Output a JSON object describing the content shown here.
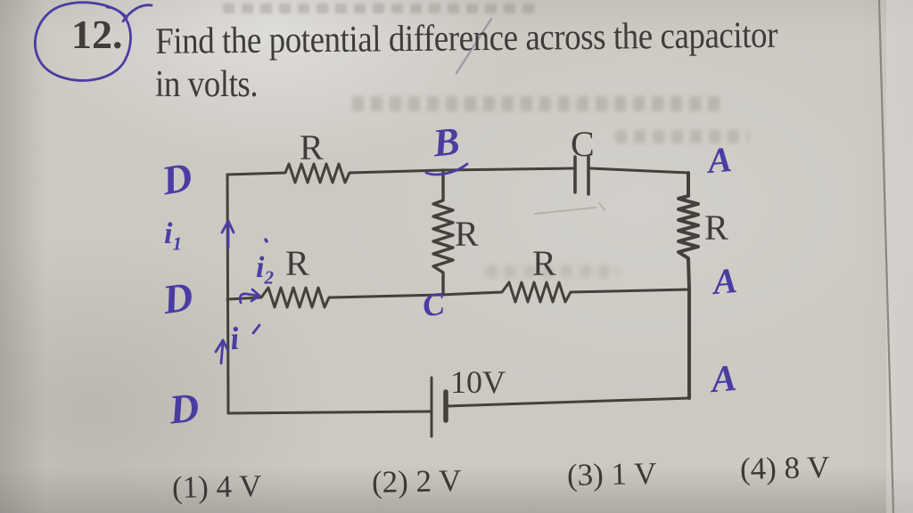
{
  "question": {
    "number": "12.",
    "line1": "Find the potential difference across the capacitor",
    "line2": "in volts."
  },
  "circuit": {
    "battery_label": "10V",
    "capacitor_label": "C",
    "resistor_top": "R",
    "resistor_middle_vertical": "R",
    "resistor_middle_left": "R",
    "resistor_middle_right": "R",
    "resistor_right": "R",
    "node_b": "B",
    "node_c": "C",
    "node_a_top": "A",
    "node_a_middle": "A",
    "node_a_bottom": "A",
    "node_d_top": "D",
    "node_d_middle": "D",
    "node_d_bottom": "D",
    "current_i1": {
      "base": "i",
      "sub": "1"
    },
    "current_i2": {
      "base": "i",
      "sub": "2"
    },
    "current_i": "i"
  },
  "options": [
    {
      "label": "(1) 4 V"
    },
    {
      "label": "(2) 2 V"
    },
    {
      "label": "(3) 1 V"
    },
    {
      "label": "(4) 8 V"
    }
  ],
  "colors": {
    "paper": "#ccc9c3",
    "print_ink": "#3f3d39",
    "pen_ink": "#4a3da2",
    "circuit_line": "#44403b"
  }
}
